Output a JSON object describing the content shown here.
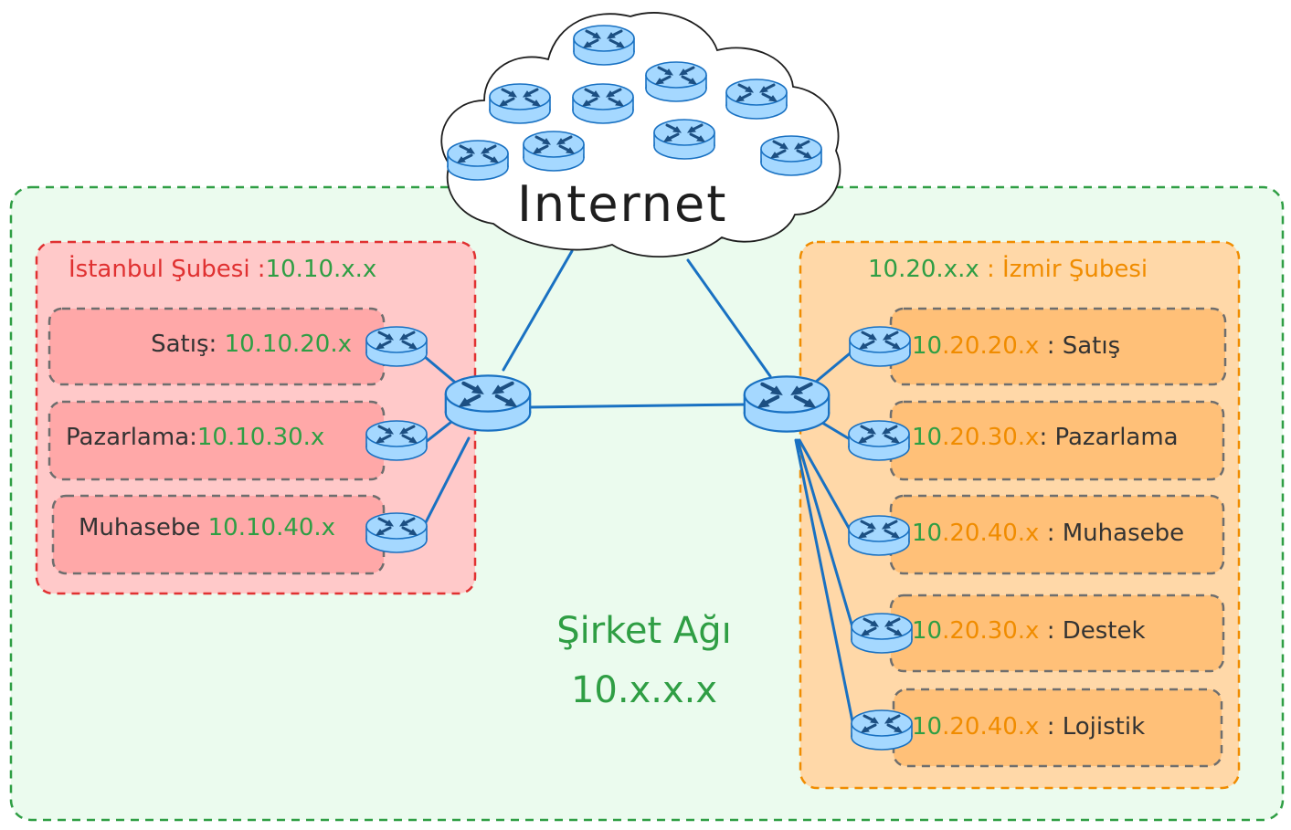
{
  "internet": {
    "label": "Internet",
    "router_count": 9
  },
  "corporate": {
    "name": "Şirket Ağı",
    "range": "10.x.x.x"
  },
  "istanbul": {
    "title": "İstanbul Şubesi :",
    "range": "10.10.x.x",
    "departments": [
      {
        "name": "Satış:",
        "ip": "10.10.20.x"
      },
      {
        "name": "Pazarlama:",
        "ip": "10.10.30.x"
      },
      {
        "name": "Muhasebe",
        "ip": "10.10.40.x"
      }
    ]
  },
  "izmir": {
    "range": "10.20.x.x",
    "title": " : İzmir Şubesi",
    "departments": [
      {
        "ip_prefix": "10",
        "ip_rest": ".20.20.x",
        "name": " : Satış"
      },
      {
        "ip_prefix": "10",
        "ip_rest": ".20.30.x",
        "name": ": Pazarlama"
      },
      {
        "ip_prefix": "10",
        "ip_rest": ".20.40.x",
        "name": " : Muhasebe"
      },
      {
        "ip_prefix": "10",
        "ip_rest": ".20.30.x",
        "name": " : Destek"
      },
      {
        "ip_prefix": "10",
        "ip_rest": ".20.40.x",
        "name": " : Lojistik"
      }
    ]
  },
  "colors": {
    "corporate_border": "#2f9e44",
    "corporate_fill": "#ebfbee",
    "istanbul_border": "#e03131",
    "istanbul_fill": "#ffc9c9",
    "istanbul_dept_fill": "#ffa8a8",
    "izmir_border": "#f08c00",
    "izmir_fill": "#ffd8a8",
    "izmir_dept_fill": "#ffc078",
    "link": "#1971c2",
    "router_fill": "#a5d8ff",
    "router_stroke": "#1971c2"
  }
}
